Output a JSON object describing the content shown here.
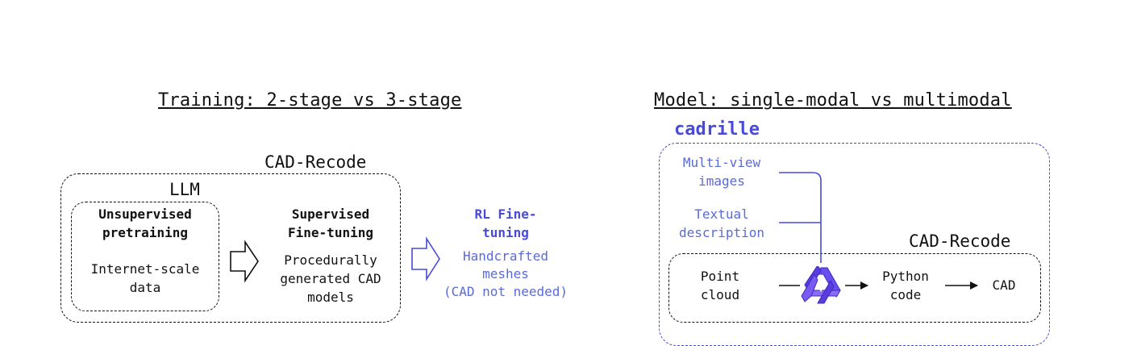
{
  "left": {
    "title": "Training: 2-stage vs 3-stage",
    "outer_label": "CAD-Recode",
    "inner_label": "LLM",
    "stage1": {
      "title_line1": "Unsupervised",
      "title_line2": "pretraining",
      "data_line1": "Internet-scale",
      "data_line2": "data"
    },
    "stage2": {
      "title_line1": "Supervised",
      "title_line2": "Fine-tuning",
      "data_line1": "Procedurally",
      "data_line2": "generated CAD",
      "data_line3": "models"
    },
    "stage3": {
      "title_line1": "RL Fine-",
      "title_line2": "tuning",
      "data_line1": "Handcrafted",
      "data_line2": "meshes",
      "data_line3": "(CAD not needed)"
    }
  },
  "right": {
    "title": "Model: single-modal vs multimodal",
    "outer_label": "cadrille",
    "inner_label": "CAD-Recode",
    "input_images_line1": "Multi-view",
    "input_images_line2": "images",
    "input_text_line1": "Textual",
    "input_text_line2": "description",
    "input_points_line1": "Point",
    "input_points_line2": "cloud",
    "output_code_line1": "Python",
    "output_code_line2": "code",
    "output_cad": "CAD"
  },
  "colors": {
    "accent": "#4a4ad8",
    "text": "#111111"
  },
  "icons": {
    "model_logo": "qwen-logo-icon",
    "arrow": "hollow-arrow-icon"
  }
}
